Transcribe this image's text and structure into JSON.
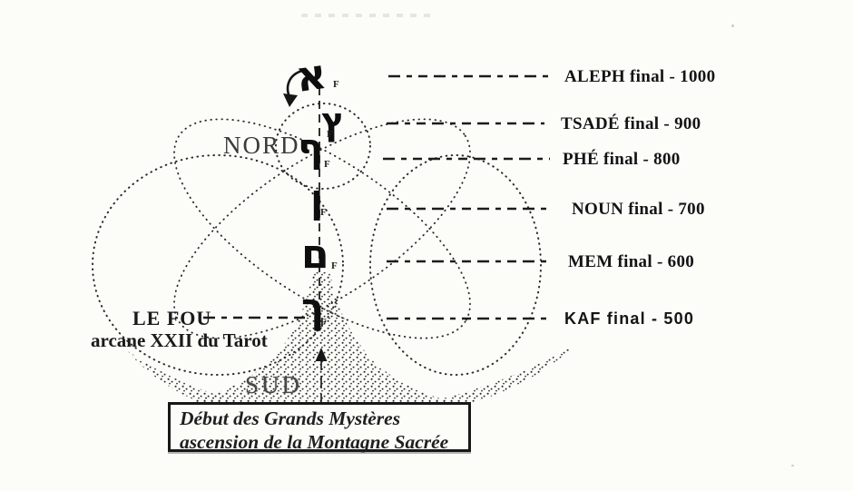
{
  "page": {
    "paper_color": "#fcfcf9",
    "ink_color": "#1b1b1b"
  },
  "compass": {
    "north": "NORD",
    "south": "SUD"
  },
  "ladder": {
    "rows": [
      {
        "glyph": "א",
        "sub": "F",
        "label": "ALEPH final - 1000",
        "value": 1000
      },
      {
        "glyph": "ץ",
        "sub": "F",
        "label": "TSADÉ final - 900",
        "value": 900
      },
      {
        "glyph": "ף",
        "sub": "F",
        "label": "PHÉ final - 800",
        "value": 800
      },
      {
        "glyph": "ן",
        "sub": "F",
        "label": "NOUN final - 700",
        "value": 700
      },
      {
        "glyph": "ם",
        "sub": "F",
        "label": "MEM final - 600",
        "value": 600
      },
      {
        "glyph": "ך",
        "sub": "F",
        "label": "KAF final  -  500",
        "value": 500
      }
    ]
  },
  "fool": {
    "title": "LE FOU",
    "subtitle": "arcane XXII du Tarot"
  },
  "caption": {
    "line1": "Début des Grands Mystères",
    "line2": "ascension de la Montagne Sacrée"
  }
}
